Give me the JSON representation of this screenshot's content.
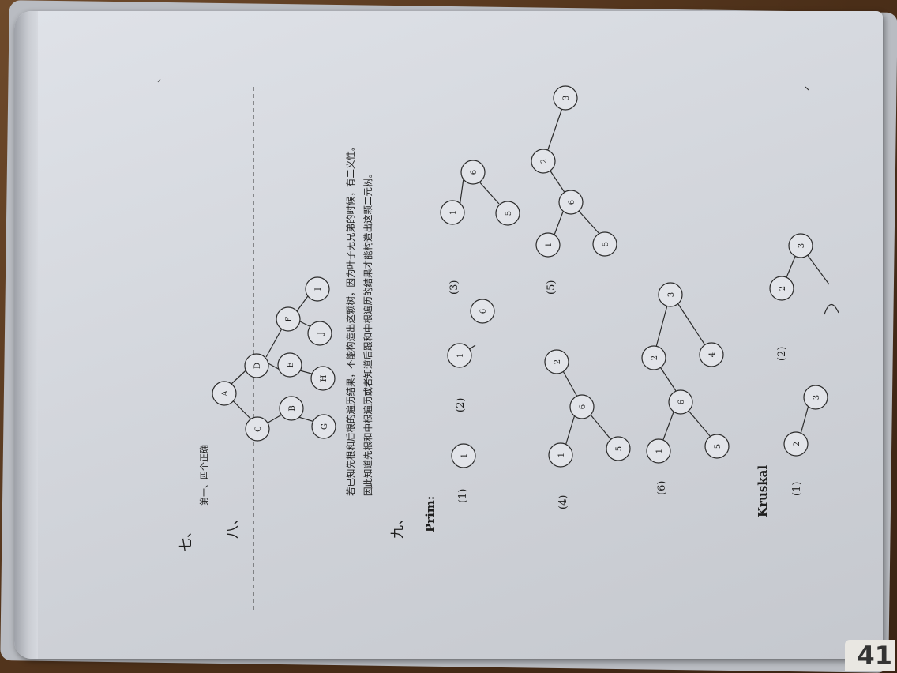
{
  "sections": {
    "seven": {
      "label": "七、",
      "answer": "第一、四个正确"
    },
    "eight": {
      "label": "八、",
      "paragraph_line1": "若已知先根和后根的遍历结果，不能构造出这颗树，因为叶子无兄弟的时候，有二义性。",
      "paragraph_line2": "因此知道先根和中根遍历或者知道后跟和中根遍历的结果才能构造出这颗二元树。",
      "tree_nodes": [
        "A",
        "C",
        "B",
        "G",
        "D",
        "E",
        "H",
        "F",
        "J",
        "I"
      ]
    },
    "nine": {
      "label": "九、",
      "prim_title": "Prim:",
      "kruskal_title": "Kruskal",
      "steps": [
        "(1)",
        "(2)",
        "(3)",
        "(4)",
        "(5)",
        "(6)"
      ],
      "kruskal_steps": [
        "(1)",
        "(2)"
      ]
    }
  },
  "corner_page_number": "41"
}
